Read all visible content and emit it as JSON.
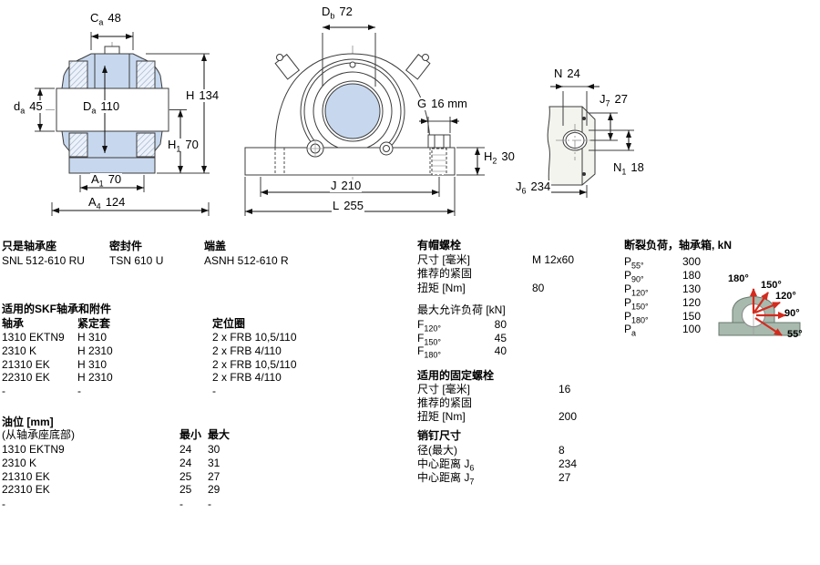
{
  "colors": {
    "drawing_blue": "#c7d8ee",
    "load_arrow_red": "#d32b1e",
    "housing_sage": "#a8b9ad",
    "line": "#3c3c3c"
  },
  "header_row": {
    "housing": {
      "label": "只是轴承座",
      "value": "SNL 512-610 RU"
    },
    "seal": {
      "label": "密封件",
      "value": "TSN 610 U"
    },
    "cover": {
      "label": "端盖",
      "value": "ASNH 512-610 R"
    }
  },
  "bearing_section": {
    "title": "适用的SKF轴承和附件",
    "col_bearing": "轴承",
    "col_sleeve": "紧定套",
    "col_ring": "定位圈",
    "rows": [
      {
        "bearing": "1310 EKTN9",
        "sleeve": "H 310",
        "ring": "2 x FRB 10,5/110"
      },
      {
        "bearing": "2310 K",
        "sleeve": "H 2310",
        "ring": "2 x FRB 4/110"
      },
      {
        "bearing": "21310 EK",
        "sleeve": "H 310",
        "ring": "2 x FRB 10,5/110"
      },
      {
        "bearing": "22310 EK",
        "sleeve": "H 2310",
        "ring": "2 x FRB 4/110"
      },
      {
        "bearing": "-",
        "sleeve": "-",
        "ring": "-"
      }
    ]
  },
  "oil_section": {
    "title": "油位 [mm]",
    "subtitle": "(从轴承座底部)",
    "col_min": "最小",
    "col_max": "最大",
    "rows": [
      {
        "name": "1310 EKTN9",
        "min": "24",
        "max": "30"
      },
      {
        "name": "2310 K",
        "min": "24",
        "max": "31"
      },
      {
        "name": "21310 EK",
        "min": "25",
        "max": "27"
      },
      {
        "name": "22310 EK",
        "min": "25",
        "max": "29"
      },
      {
        "name": "-",
        "min": "-",
        "max": "-"
      }
    ]
  },
  "cap_bolts": {
    "title": "有帽螺栓",
    "size_label": "尺寸 [毫米]",
    "size_value": "M 12x60",
    "tighten_label": "推荐的紧固",
    "torque_label": "扭矩 [Nm]",
    "torque_value": "80",
    "load_title": "最大允许负荷 [kN]",
    "loads": [
      {
        "base": "F",
        "sub": "120°",
        "value": "80"
      },
      {
        "base": "F",
        "sub": "150°",
        "value": "45"
      },
      {
        "base": "F",
        "sub": "180°",
        "value": "40"
      }
    ]
  },
  "attach_bolts": {
    "title": "适用的固定螺栓",
    "size_label": "尺寸 [毫米]",
    "size_value": "16",
    "tighten_label": "推荐的紧固",
    "torque_label": "扭矩 [Nm]",
    "torque_value": "200"
  },
  "pins": {
    "title": "销钉尺寸",
    "rows": [
      {
        "label": "径(最大)",
        "sub": "",
        "value": "8"
      },
      {
        "label": "中心距离 J",
        "sub": "6",
        "value": "234"
      },
      {
        "label": "中心距离 J",
        "sub": "7",
        "value": "27"
      }
    ]
  },
  "breaking_loads": {
    "title": "断裂负荷，轴承箱, kN",
    "rows": [
      {
        "base": "P",
        "sub": "55°",
        "value": "300"
      },
      {
        "base": "P",
        "sub": "90°",
        "value": "180"
      },
      {
        "base": "P",
        "sub": "120°",
        "value": "130"
      },
      {
        "base": "P",
        "sub": "150°",
        "value": "120"
      },
      {
        "base": "P",
        "sub": "180°",
        "value": "150"
      },
      {
        "base": "P",
        "sub": "a",
        "value": "100"
      }
    ],
    "angles": [
      "180°",
      "150°",
      "120°",
      "90°",
      "55°"
    ]
  },
  "drawings": {
    "section_view": {
      "ca": {
        "base": "C",
        "sub": "a",
        "value": "48"
      },
      "h": {
        "base": "H",
        "sub": "",
        "value": "134"
      },
      "da_small": {
        "base": "d",
        "sub": "a",
        "value": "45"
      },
      "da_big": {
        "base": "D",
        "sub": "a",
        "value": "110"
      },
      "h1": {
        "base": "H",
        "sub": "1",
        "value": "70"
      },
      "a1": {
        "base": "A",
        "sub": "1",
        "value": "70"
      },
      "a4": {
        "base": "A",
        "sub": "4",
        "value": "124"
      }
    },
    "front_view": {
      "db": {
        "base": "D",
        "sub": "b",
        "value": "72"
      },
      "g": {
        "base": "G",
        "sub": "",
        "value": "16 mm"
      },
      "h2": {
        "base": "H",
        "sub": "2",
        "value": "30"
      },
      "j": {
        "base": "J",
        "sub": "",
        "value": "210"
      },
      "l": {
        "base": "L",
        "sub": "",
        "value": "255"
      }
    },
    "base_view": {
      "n": {
        "base": "N",
        "sub": "",
        "value": "24"
      },
      "j7": {
        "base": "J",
        "sub": "7",
        "value": "27"
      },
      "n1": {
        "base": "N",
        "sub": "1",
        "value": "18"
      },
      "j6": {
        "base": "J",
        "sub": "6",
        "value": "234"
      }
    }
  }
}
